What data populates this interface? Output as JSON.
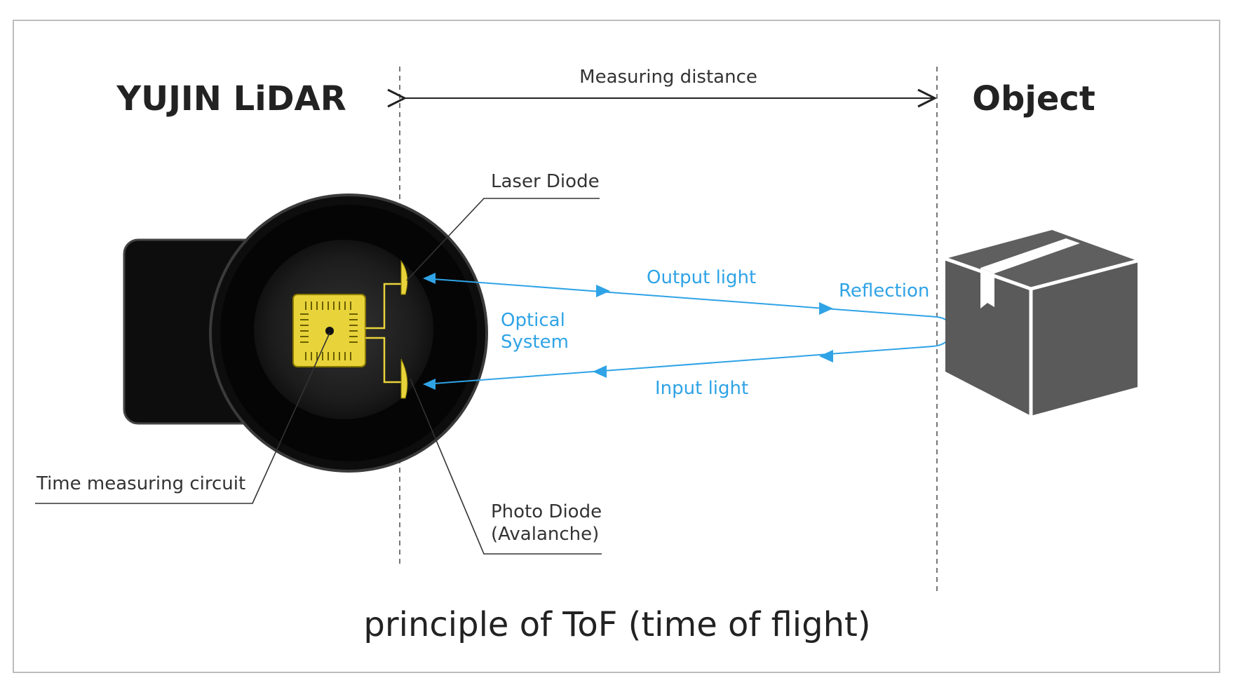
{
  "titles": {
    "lidar": "YUJIN LiDAR",
    "object": "Object"
  },
  "labels": {
    "measuring_distance": "Measuring distance",
    "laser_diode": "Laser Diode",
    "photo_diode_line1": "Photo Diode",
    "photo_diode_line2": "(Avalanche)",
    "time_circuit": "Time measuring circuit",
    "optical_line1": "Optical",
    "optical_line2": "System",
    "output_light": "Output light",
    "reflection": "Reflection",
    "input_light": "Input light"
  },
  "caption": "principle of ToF (time of flight)",
  "colors": {
    "light_path": "#2fa3e6",
    "chip": "#e8d43a",
    "device_body": "#0d0d0d",
    "box": "#5a5a5a"
  }
}
